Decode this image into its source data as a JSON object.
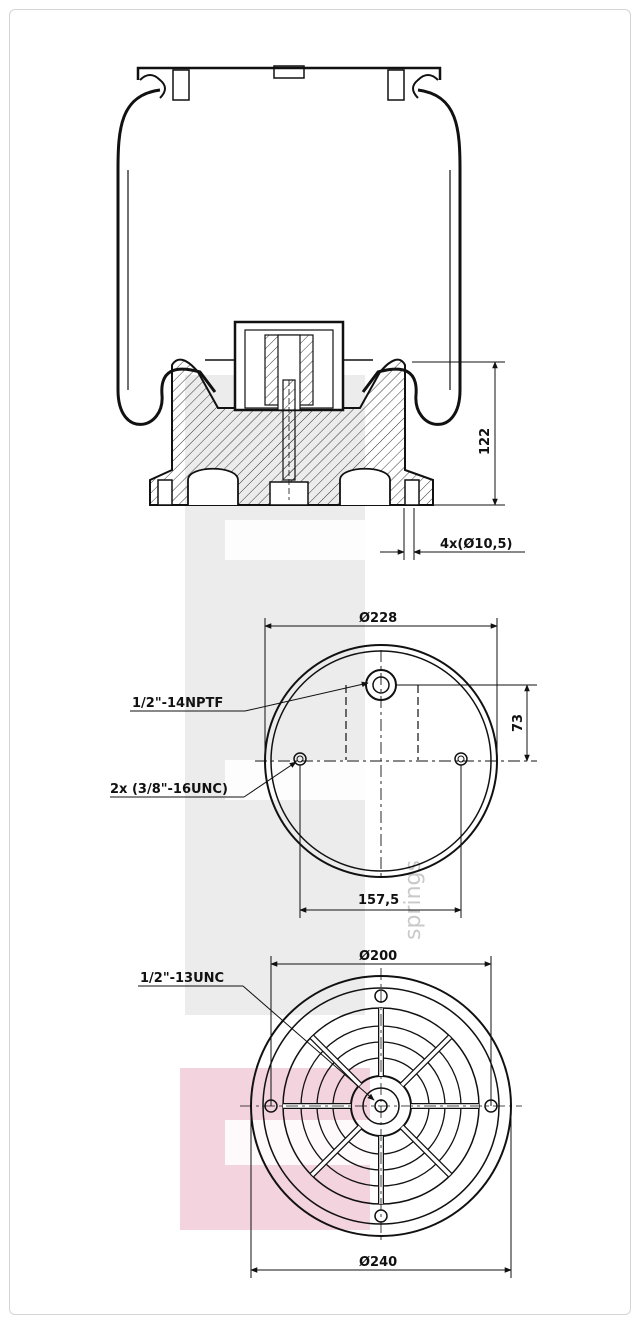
{
  "colors": {
    "line": "#111111",
    "watermark_gray": "#d9d9d9",
    "watermark_pink": "#f0c8d4"
  },
  "watermark": {
    "word": "springs"
  },
  "side_view": {
    "dim_height": "122",
    "dim_holes": "4x(Ø10,5)"
  },
  "top_view": {
    "dim_diameter": "Ø228",
    "dim_offset": "73",
    "dim_spacing": "157,5",
    "port_label": "1/2\"-14NPTF",
    "studs_label": "2x (3/8\"-16UNC)"
  },
  "bottom_view": {
    "dim_inner": "Ø200",
    "dim_outer": "Ø240",
    "thread_label": "1/2\"-13UNC"
  }
}
